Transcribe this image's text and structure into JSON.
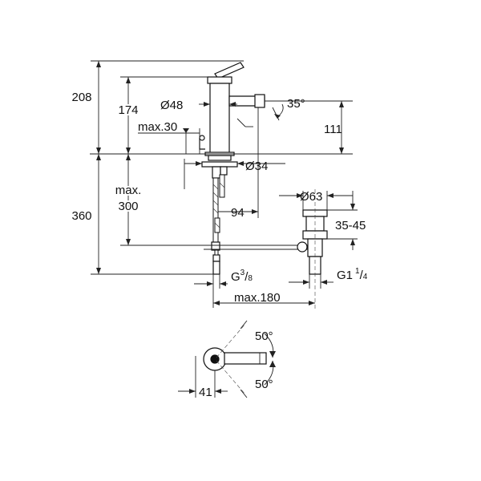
{
  "dimensions": {
    "total_height": "208",
    "body_height": "174",
    "body_diameter": "Ø48",
    "spout_angle": "35°",
    "lever_max": "max.30",
    "spout_height": "111",
    "mount_diameter": "Ø34",
    "under_max_label": "max.",
    "under_max_value": "300",
    "under_height": "360",
    "spout_reach": "94",
    "waste_diameter": "Ø63",
    "waste_range": "35-45",
    "connection_g": "G",
    "connection_g_num": "3",
    "connection_g_den": "8",
    "waste_thread": "G1",
    "waste_thread_num": "1",
    "waste_thread_den": "4",
    "waste_max": "max.180",
    "lever_angle_top": "50°",
    "lever_angle_bottom": "50°",
    "top_offset": "41"
  },
  "colors": {
    "line": "#222222",
    "background": "#ffffff"
  }
}
